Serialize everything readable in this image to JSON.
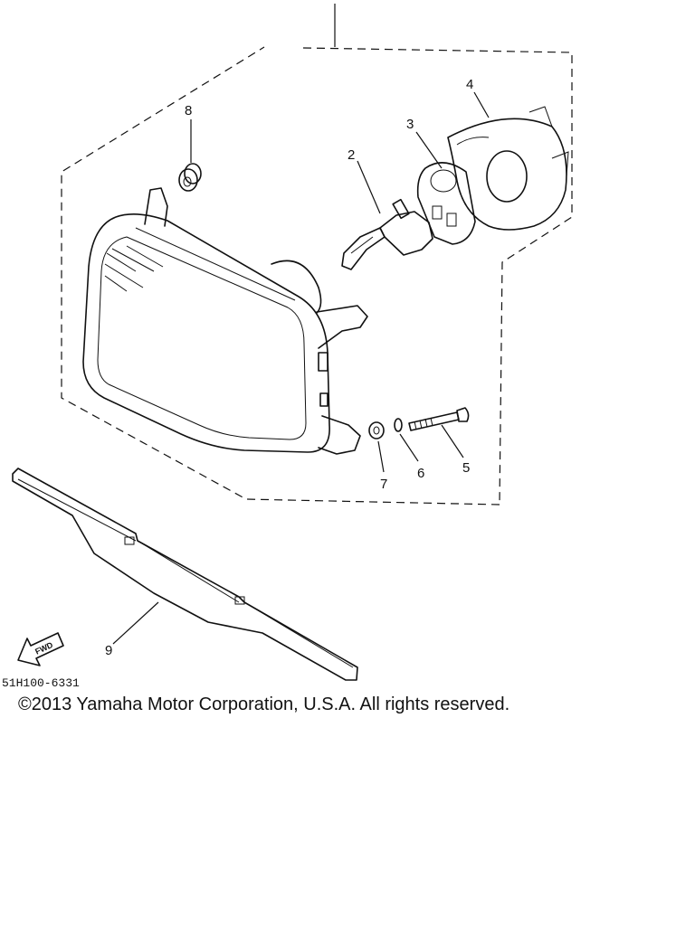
{
  "diagram": {
    "code": "51H100-6331",
    "direction_label": "FWD",
    "callouts": {
      "headlight_bulb": "2",
      "bulb_socket": "3",
      "socket_cover": "4",
      "adjust_screw": "5",
      "washer": "6",
      "nut": "7",
      "grommet": "8",
      "stay": "9"
    },
    "ink_color": "#111111"
  },
  "footer": {
    "copyright": "©2013 Yamaha Motor Corporation, U.S.A. All rights reserved."
  }
}
